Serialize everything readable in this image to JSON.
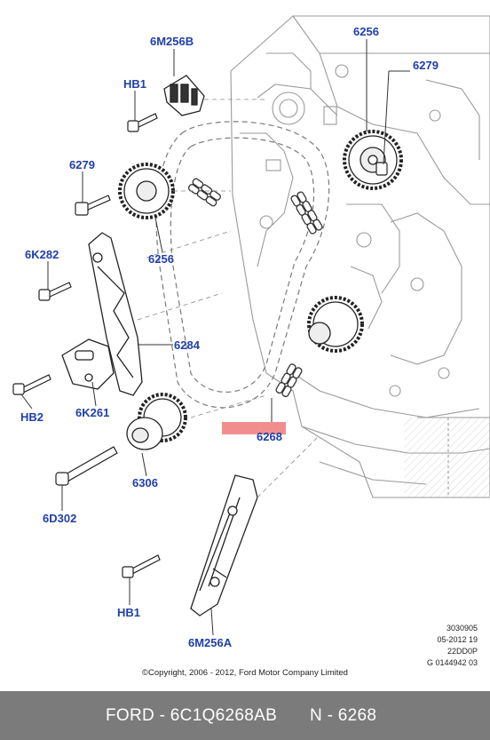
{
  "callouts": {
    "top_guide": "6M256B",
    "bolt_top": "HB1",
    "sprocket_right": "6256",
    "bolt_right": "6279",
    "bolt_left": "6279",
    "sprocket_left": "6256",
    "bolt_tensioner_arm": "6K282",
    "tensioner_arm": "6284",
    "bolt_tensioner": "HB2",
    "tensioner": "6K261",
    "chain": "6268",
    "crank_sprocket": "6306",
    "crank_bolt": "6D302",
    "bolt_bottom": "HB1",
    "bottom_guide": "6M256A"
  },
  "info": {
    "line1": "3030905",
    "line2": "05-2012 19",
    "line3": "22DD0P",
    "line4": "G 0144942 03"
  },
  "copyright": "©Copyright, 2006 - 2012, Ford Motor Company Limited",
  "footer": {
    "brand_part": "FORD - 6C1Q6268AB",
    "part_no": "N - 6268"
  },
  "colors": {
    "callout": "#1f3fa8",
    "highlight": "#f08e8e",
    "footer_bg": "#7b7b7b",
    "footer_text": "#ffffff"
  }
}
